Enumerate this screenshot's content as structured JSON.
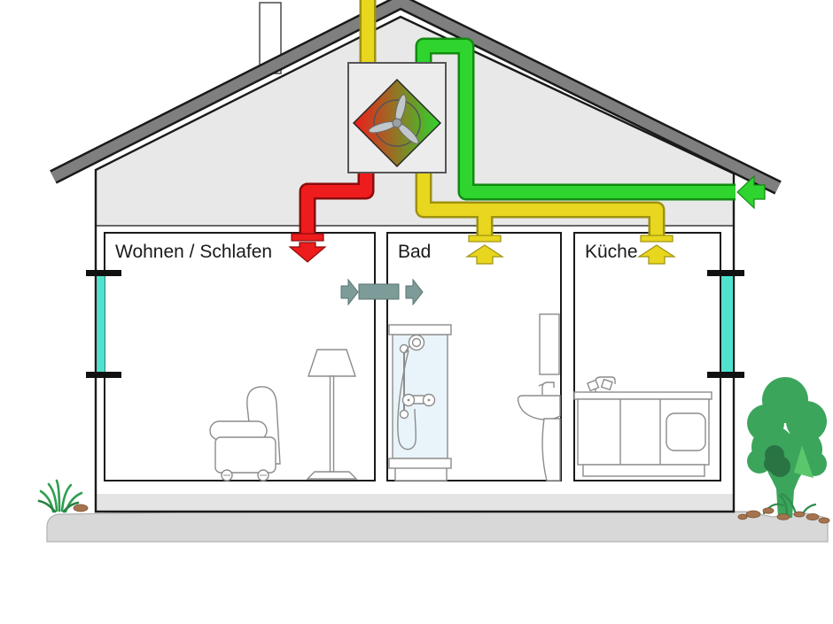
{
  "diagram_title": "",
  "rooms": [
    {
      "label": "Wohnen / Schlafen"
    },
    {
      "label": "Bad"
    },
    {
      "label": "Küche"
    }
  ],
  "colors": {
    "supply_air": "#ee1c1c",
    "extract_air": "#e8d61f",
    "outside_air": "#2fd42f",
    "overflow_air": "#7d9c99",
    "window_glass": "#4fe3cf",
    "roof": "#7f7f7f",
    "wall_fill": "#e8e8e8",
    "ground": "#d8d8d8",
    "tree": "#3ba55c"
  },
  "unit": {
    "icon": "fan-icon"
  }
}
